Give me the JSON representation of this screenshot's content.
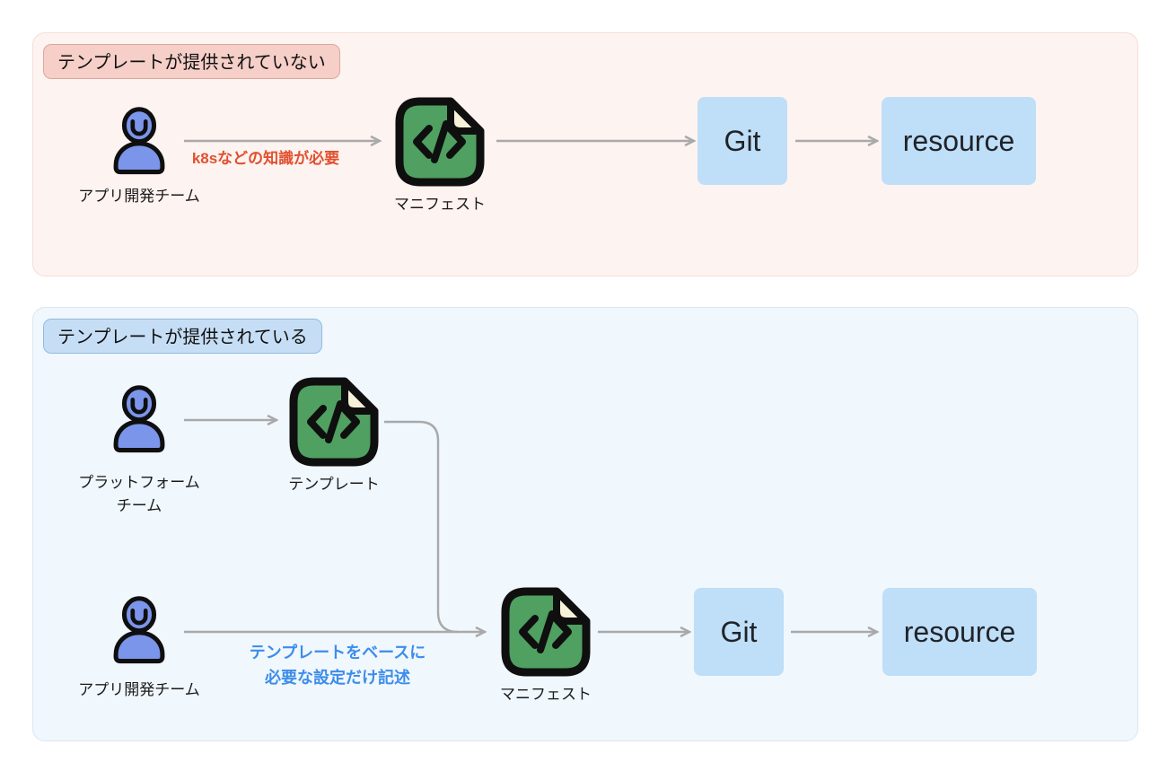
{
  "colors": {
    "page-bg": "#ffffff",
    "panel1-bg": "#fdf3f0",
    "panel1-border": "#f6ded6",
    "badge1-bg": "#f5cfc8",
    "badge1-border": "#dda79d",
    "panel2-bg": "#f0f7fd",
    "panel2-border": "#d8e7f4",
    "badge2-bg": "#c6def5",
    "badge2-border": "#93bade",
    "person-fill": "#7b95ea",
    "icon-stroke": "#0f0f0f",
    "doc-fill": "#4fa061",
    "doc-fold": "#f8f1d9",
    "node-box-bg": "#bfdef7",
    "node-text": "#1f2329",
    "arrow": "#a9a9a9",
    "label": "#1a1a1a",
    "warn-text": "#e0512f",
    "info-text": "#3d8de9"
  },
  "panels": [
    {
      "title": "テンプレートが提供されていない",
      "actor": "アプリ開発チーム",
      "manifest": "マニフェスト",
      "git": "Git",
      "resource": "resource",
      "annotation": "k8sなどの知識が必要"
    },
    {
      "title": "テンプレートが提供されている",
      "platform_actor_line1": "プラットフォーム",
      "platform_actor_line2": "チーム",
      "template": "テンプレート",
      "actor": "アプリ開発チーム",
      "manifest": "マニフェスト",
      "git": "Git",
      "resource": "resource",
      "annotation_line1": "テンプレートをベースに",
      "annotation_line2": "必要な設定だけ記述"
    }
  ]
}
